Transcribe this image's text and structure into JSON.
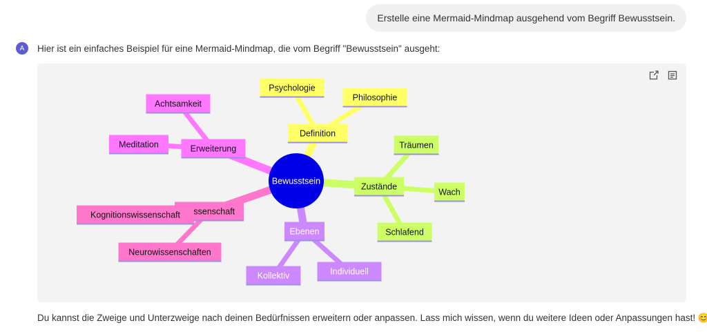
{
  "user_message": "Erstelle eine Mermaid-Mindmap ausgehend vom Begriff Bewusstsein.",
  "assistant": {
    "avatar_letter": "A",
    "intro": "Hier ist ein einfaches Beispiel für eine Mermaid-Mindmap, die vom Begriff \"Bewusstsein\" ausgeht:",
    "outro": "Du kannst die Zweige und Unterzweige nach deinen Bedürfnissen erweitern oder anpassen. Lass mich wissen, wenn du weitere Ideen oder Anpassungen hast! 😊"
  },
  "toolbar": {
    "open_icon": "external-link-icon",
    "source_icon": "document-icon"
  },
  "mindmap": {
    "root": "Bewusstsein",
    "root_color": "#0000e6",
    "branches": [
      {
        "label": "Definition",
        "color": "#ffff66",
        "children": [
          "Psychologie",
          "Philosophie"
        ]
      },
      {
        "label": "Zustände",
        "color": "#ccff66",
        "children": [
          "Träumen",
          "Wach",
          "Schlafend"
        ]
      },
      {
        "label": "Ebenen",
        "color": "#cc88ff",
        "children": [
          "Individuell",
          "Kollektiv"
        ]
      },
      {
        "label": "Wissenschaft",
        "color": "#ff77cc",
        "children": [
          "Kognitionswissenschaft",
          "Neurowissenschaften"
        ]
      },
      {
        "label": "Erweiterung",
        "color": "#ff77ff",
        "children": [
          "Achtsamkeit",
          "Meditation"
        ]
      }
    ]
  }
}
